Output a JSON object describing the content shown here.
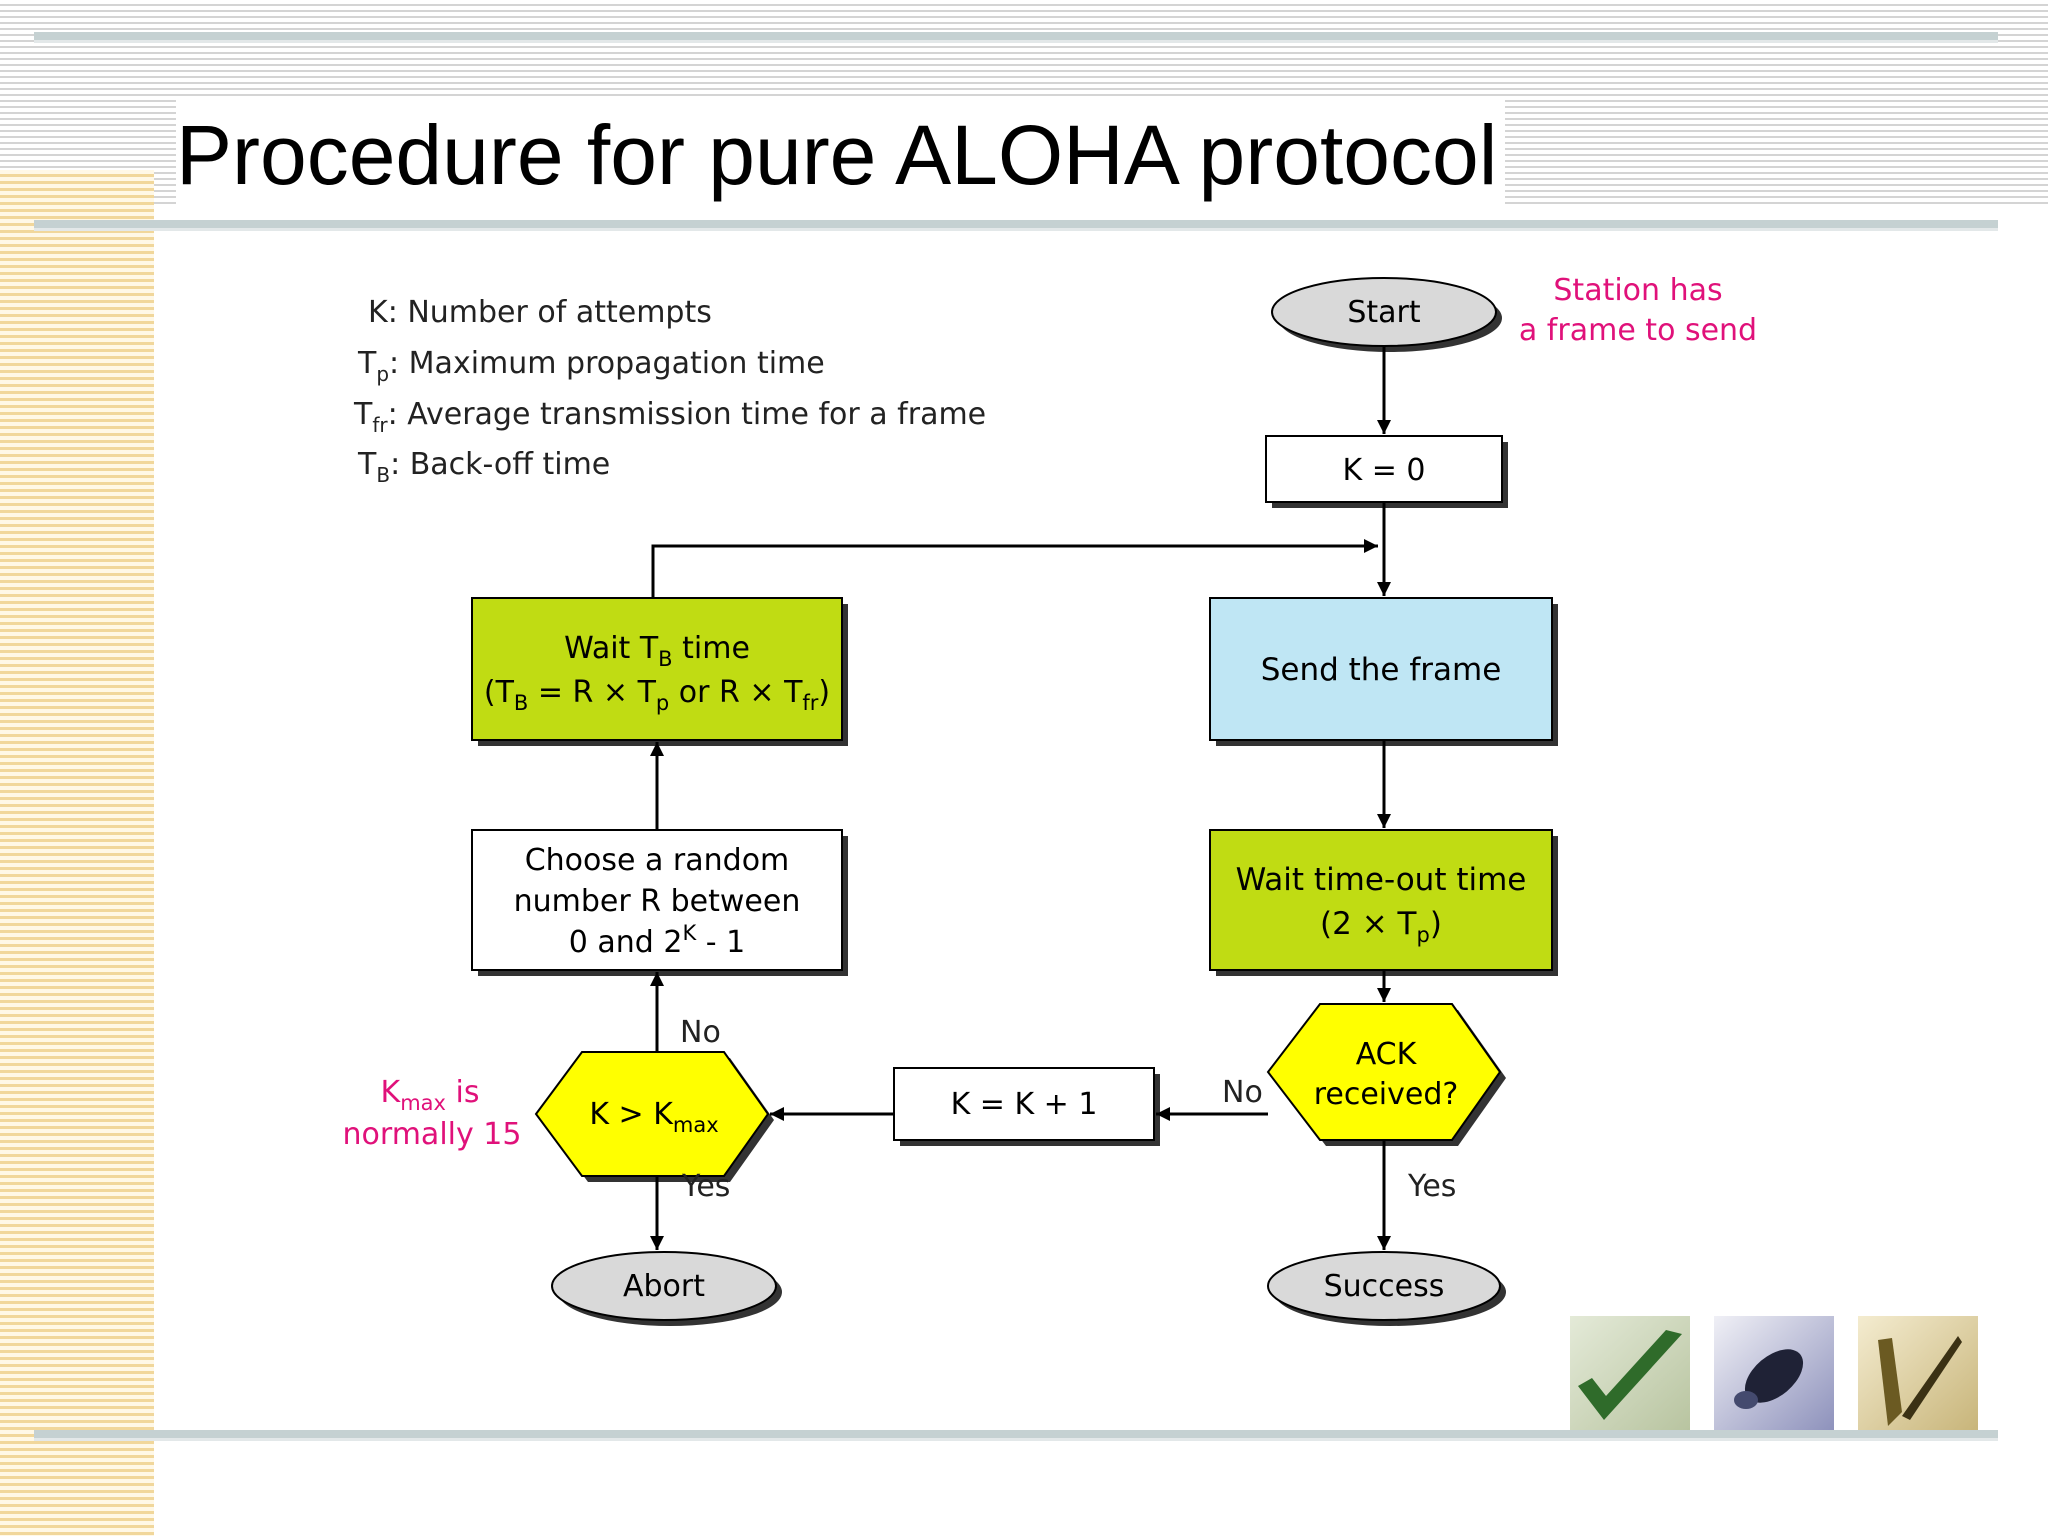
{
  "slide": {
    "title": "Procedure for pure ALOHA protocol"
  },
  "legend": [
    {
      "sym": "K",
      "sub": "",
      "text": ": Number of attempts"
    },
    {
      "sym": "T",
      "sub": "p",
      "text": ": Maximum propagation time"
    },
    {
      "sym": "T",
      "sub": "fr",
      "text": ": Average transmission time for a frame"
    },
    {
      "sym": "T",
      "sub": "B",
      "text": ": Back-off time"
    }
  ],
  "nodes": {
    "start": "Start",
    "k_zero": "K = 0",
    "send_frame": "Send the frame",
    "wait_timeout_line1": "Wait time-out time",
    "wait_timeout_line2_pre": "(2 × T",
    "wait_timeout_line2_sub": "p",
    "wait_timeout_line2_post": ")",
    "ack_line1": "ACK",
    "ack_line2": "received?",
    "success": "Success",
    "k_inc": "K = K + 1",
    "kmax_pre": "K > K",
    "kmax_sub": "max",
    "abort": "Abort",
    "random_line1": "Choose a random",
    "random_line2": "number R between",
    "random_line3_pre": "0 and 2",
    "random_line3_sup": "K",
    "random_line3_post": " - 1",
    "wait_tb_line1_pre": "Wait T",
    "wait_tb_line1_sub": "B",
    "wait_tb_line1_post": " time",
    "wait_tb_line2_a": "(T",
    "wait_tb_line2_sub1": "B",
    "wait_tb_line2_b": " = R × T",
    "wait_tb_line2_sub2": "p",
    "wait_tb_line2_c": " or R × T",
    "wait_tb_line2_sub3": "fr",
    "wait_tb_line2_d": ")"
  },
  "labels": {
    "no_ack": "No",
    "yes_ack": "Yes",
    "no_kmax": "No",
    "yes_kmax": "Yes"
  },
  "notes": {
    "station_line1": "Station has",
    "station_line2": "a frame to send",
    "kmax_note_pre": "K",
    "kmax_note_sub": "max",
    "kmax_note_post": " is",
    "kmax_note_line2": "normally 15"
  },
  "colors": {
    "green": "#c0dc13",
    "blue": "#bfe6f4",
    "yellow": "#ffff00",
    "oval": "#d9d9d9",
    "note": "#e0117a"
  }
}
